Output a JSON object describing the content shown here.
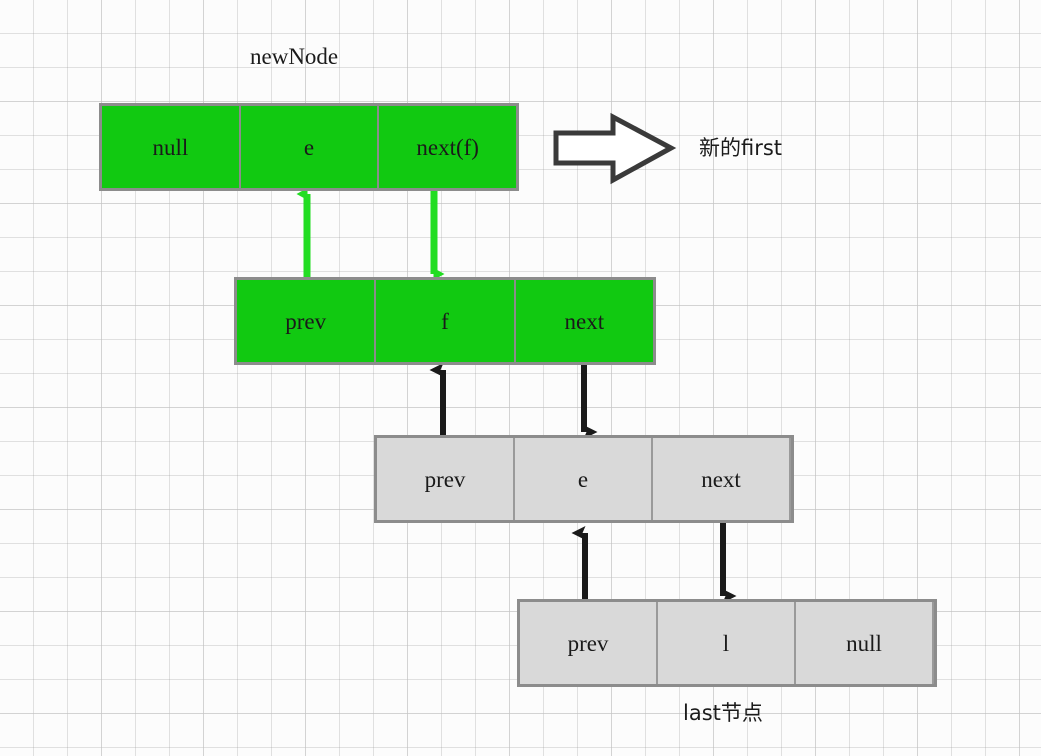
{
  "diagram": {
    "title_labels": {
      "new_node": "newNode",
      "new_first": "新的first",
      "last_node": "last节点"
    },
    "colors": {
      "new_node_fill": "#11c911",
      "existing_node_fill": "#d9d9d9",
      "node_border": "#8c8c8c",
      "green_arrow": "#22dd22",
      "black_arrow": "#1a1a1a",
      "background": "#fcfcfc"
    },
    "nodes": [
      {
        "id": "new-node",
        "style": "green",
        "cells": [
          "null",
          "e",
          "next(f)"
        ]
      },
      {
        "id": "first-node",
        "style": "green",
        "cells": [
          "prev",
          "f",
          "next"
        ]
      },
      {
        "id": "middle-node",
        "style": "gray",
        "cells": [
          "prev",
          "e",
          "next"
        ]
      },
      {
        "id": "last-node",
        "style": "gray",
        "cells": [
          "prev",
          "l",
          "null"
        ]
      }
    ]
  }
}
